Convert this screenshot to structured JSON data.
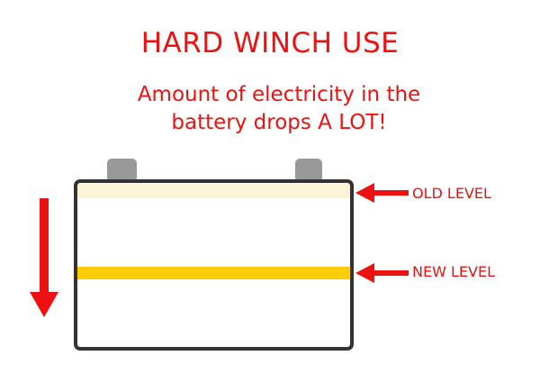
{
  "title": "HARD WINCH USE",
  "subtitle": {
    "line1": "Amount of electricity in the",
    "line2": "battery drops A LOT!"
  },
  "labels": {
    "old_level": "OLD LEVEL",
    "new_level": "NEW LEVEL"
  },
  "colors": {
    "text": "#ee1111",
    "arrow": "#ee1111",
    "battery_outline": "#333333",
    "terminal": "#999999",
    "old_level_band": "#fdf3d6",
    "new_level_band": "#ffcc00"
  },
  "icons": {
    "battery": "battery-icon",
    "drop_arrow": "down-arrow-icon",
    "pointer_arrow": "left-arrow-icon"
  }
}
